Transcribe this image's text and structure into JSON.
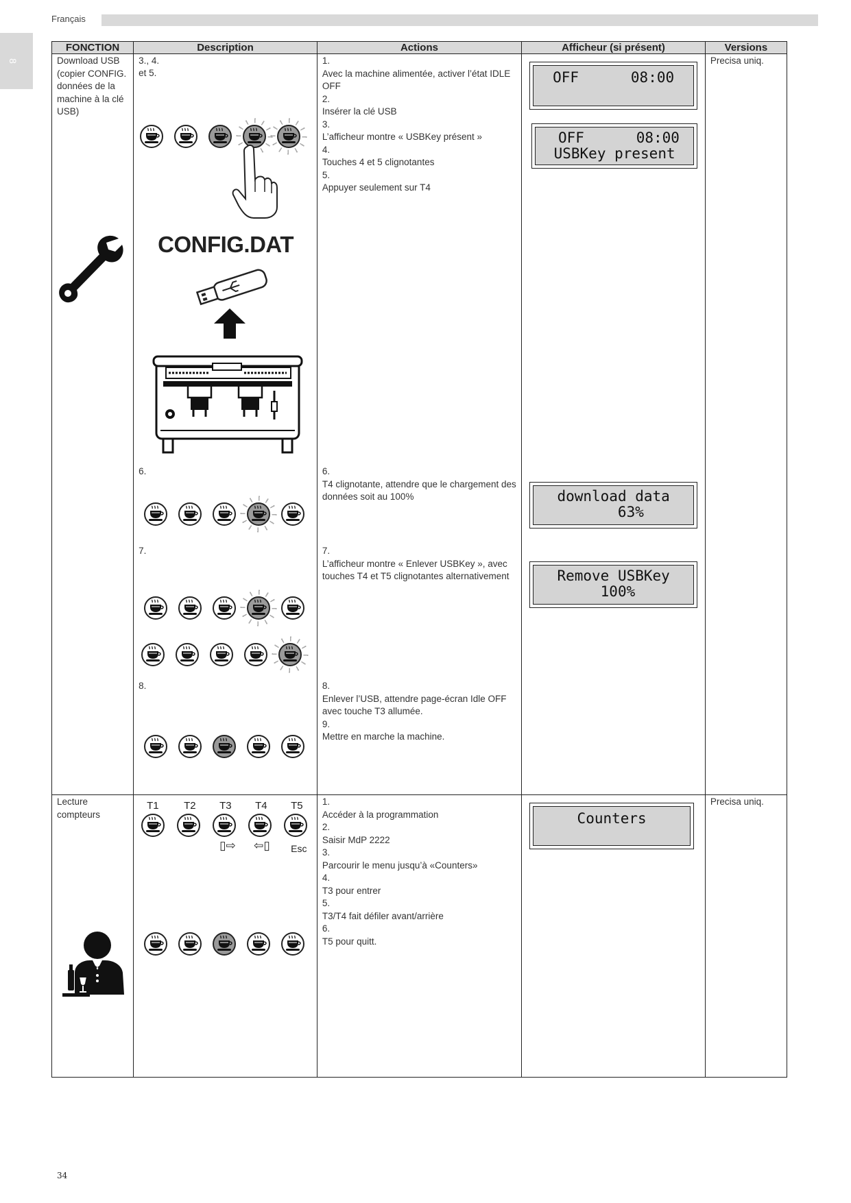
{
  "header": {
    "language": "Français",
    "section_tab": "8"
  },
  "footer": {
    "page_number": "34"
  },
  "columns": [
    "FONCTION",
    "Description",
    "Actions",
    "Afficheur (si présent)",
    "Versions"
  ],
  "row1": {
    "fonction": "Download USB (copier CONFIG. données de la machine à la clé USB)",
    "version": "Precisa uniq.",
    "desc_steps": {
      "a": "3., 4.",
      "b": "et 5.",
      "c": "6.",
      "d": "7.",
      "e": "8."
    },
    "config_label": "CONFIG.DAT",
    "actions_a": [
      "1.",
      "Avec la machine alimentée, activer l’état IDLE OFF",
      "2.",
      "Insérer la clé USB",
      "3.",
      "L’afficheur montre « USBKey présent »",
      "4.",
      "Touches 4 et 5 clignotantes",
      "5.",
      "Appuyer seulement sur T4"
    ],
    "actions_b": [
      "6.",
      "T4 clignotante, attendre que le chargement des données soit au 100%"
    ],
    "actions_c": [
      "7.",
      "L’afficheur montre « Enlever USBKey », avec touches T4 et T5 clignotantes alternativement"
    ],
    "actions_d": [
      "8.",
      "Enlever l’USB, attendre page-écran Idle OFF avec touche T3 allumée.",
      "9.",
      "Mettre en marche la machine."
    ],
    "displays": {
      "d1": "OFF      08:00",
      "d2": " OFF      08:00\nUSBKey present",
      "d3": "download data\n    63%",
      "d4": "Remove USBKey\n 100%"
    }
  },
  "row2": {
    "fonction": "Lecture compteurs",
    "version": "Precisa uniq.",
    "button_labels": [
      "T1",
      "T2",
      "T3",
      "T4",
      "T5"
    ],
    "arrow_fwd": "▯⇨",
    "arrow_back": "⇦▯",
    "esc": "Esc",
    "actions": [
      "1.",
      "Accéder à la programmation",
      "2.",
      "Saisir MdP 2222",
      "3.",
      "Parcourir le menu jusqu’à «Counters»",
      "4.",
      "T3 pour entrer",
      "5.",
      "T3/T4 fait défiler avant/arrière",
      "6.",
      "T5 pour quitt."
    ],
    "display": "Counters"
  }
}
